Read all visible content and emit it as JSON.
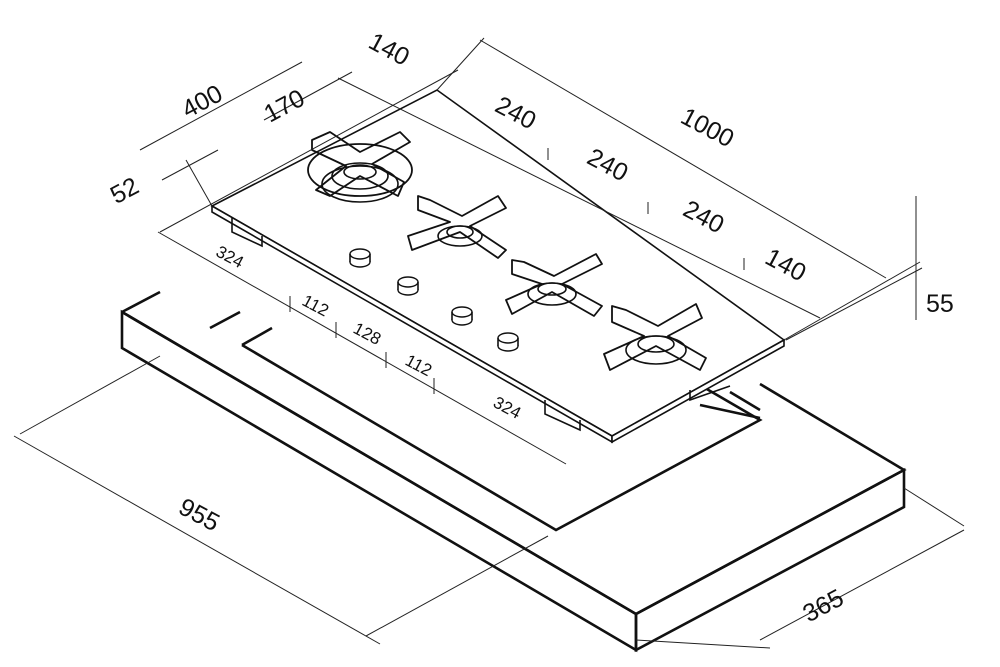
{
  "diagram": {
    "dimensions": {
      "total_width": "1000",
      "depth": "400",
      "left_margin": "140",
      "burner_back_offset": "170",
      "spacing_1": "240",
      "spacing_2": "240",
      "spacing_3": "240",
      "right_margin": "140",
      "front_offset": "52",
      "height": "55",
      "knob_left": "324",
      "knob_gap_1": "112",
      "knob_gap_2": "128",
      "knob_gap_3": "112",
      "knob_right": "324",
      "cutout_width": "955",
      "cutout_depth": "365"
    }
  }
}
